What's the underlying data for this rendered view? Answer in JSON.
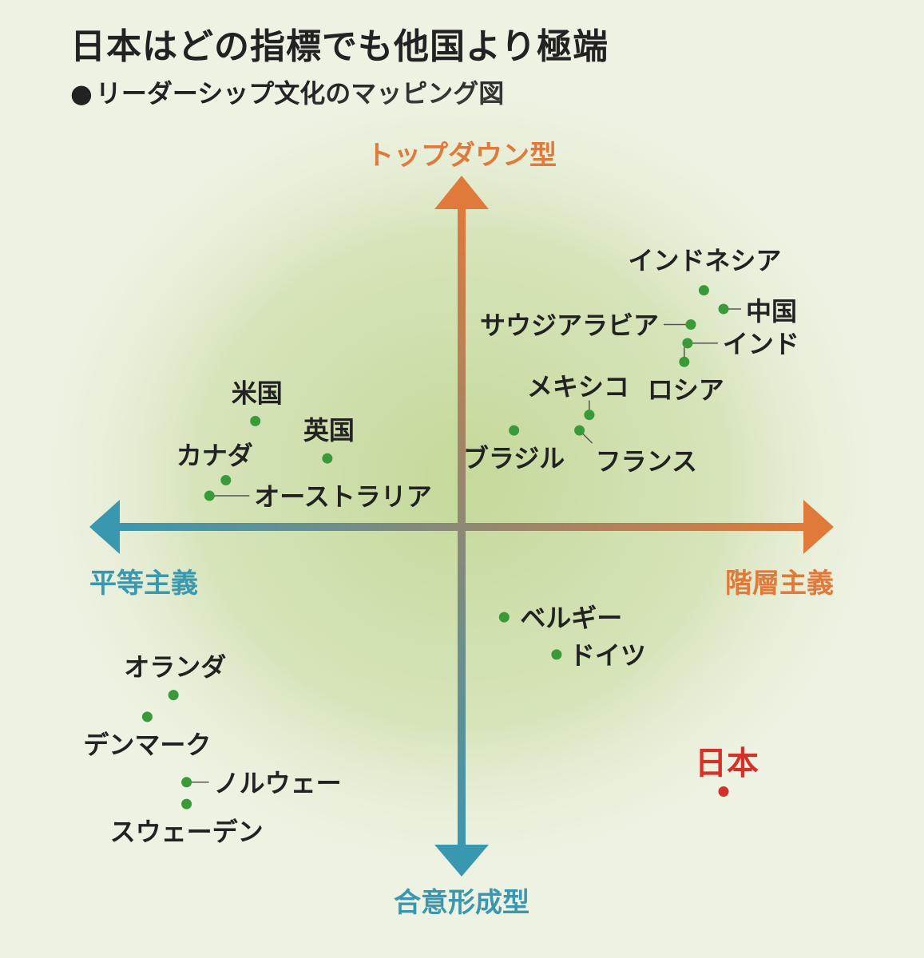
{
  "title": "日本はどの指標でも他国より極端",
  "subtitle": "リーダーシップ文化のマッピング図",
  "colors": {
    "top": "#e07a3a",
    "bottom": "#3a97b0",
    "left": "#3a97b0",
    "right": "#e07a3a",
    "dot": "#3a9a3a",
    "japan": "#d2322a",
    "background": "#eef2e3",
    "glow": "#c4d99a"
  },
  "chart_data": {
    "type": "scatter",
    "title": "日本はどの指標でも他国より極端",
    "subtitle": "リーダーシップ文化のマッピング図",
    "axes": {
      "top": "トップダウン型",
      "bottom": "合意形成型",
      "left": "平等主義",
      "right": "階層主義"
    },
    "xlim": [
      -10,
      10
    ],
    "ylim": [
      -10,
      10
    ],
    "points": [
      {
        "label": "インドネシア",
        "x": 7.4,
        "y": 7.6
      },
      {
        "label": "中国",
        "x": 8.0,
        "y": 7.0
      },
      {
        "label": "サウジアラビア",
        "x": 7.0,
        "y": 6.5
      },
      {
        "label": "インド",
        "x": 6.9,
        "y": 5.9
      },
      {
        "label": "ロシア",
        "x": 6.8,
        "y": 5.3
      },
      {
        "label": "メキシコ",
        "x": 3.9,
        "y": 3.6
      },
      {
        "label": "フランス",
        "x": 3.6,
        "y": 3.1
      },
      {
        "label": "ブラジル",
        "x": 1.6,
        "y": 3.1
      },
      {
        "label": "米国",
        "x": -6.3,
        "y": 3.4
      },
      {
        "label": "英国",
        "x": -4.1,
        "y": 2.2
      },
      {
        "label": "カナダ",
        "x": -7.2,
        "y": 1.5
      },
      {
        "label": "オーストラリア",
        "x": -7.7,
        "y": 1.0
      },
      {
        "label": "ベルギー",
        "x": 1.3,
        "y": -2.9
      },
      {
        "label": "ドイツ",
        "x": 2.9,
        "y": -4.1
      },
      {
        "label": "オランダ",
        "x": -8.8,
        "y": -5.4
      },
      {
        "label": "デンマーク",
        "x": -9.6,
        "y": -6.1
      },
      {
        "label": "ノルウェー",
        "x": -8.4,
        "y": -8.2
      },
      {
        "label": "スウェーデン",
        "x": -8.4,
        "y": -8.9
      },
      {
        "label": "日本",
        "x": 8.0,
        "y": -8.5,
        "highlight": true
      }
    ]
  }
}
